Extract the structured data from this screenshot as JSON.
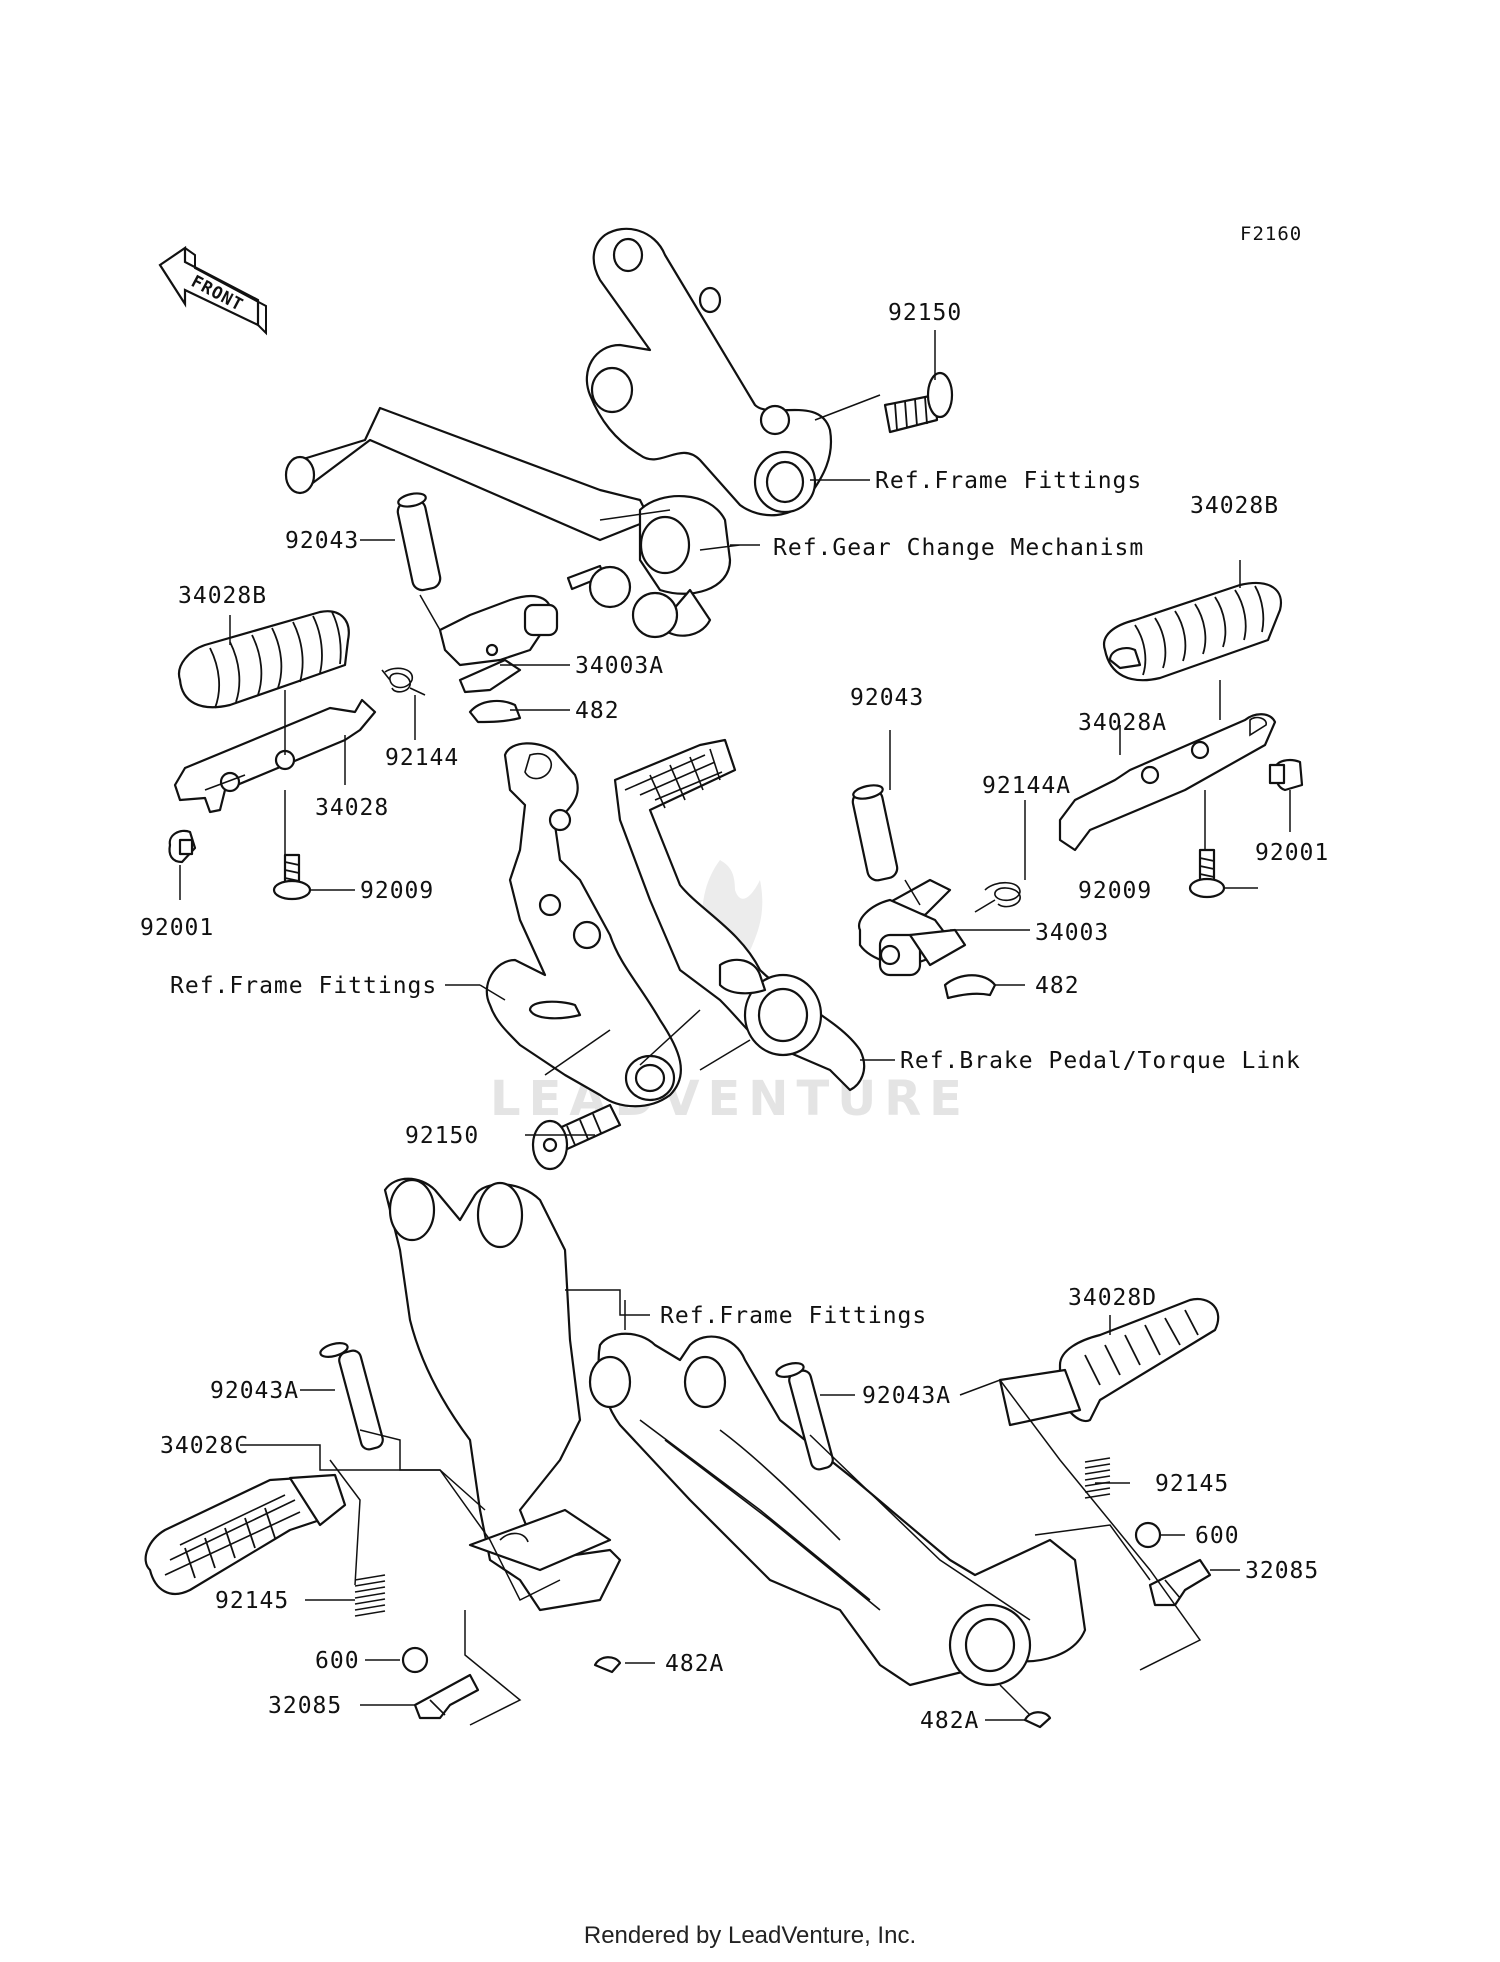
{
  "diagram_code": "F2160",
  "front_label": "FRONT",
  "watermark": "LEADVENTURE",
  "footer": "Rendered by LeadVenture, Inc.",
  "labels": {
    "p92150_top": "92150",
    "ref_frame_top": "Ref.Frame Fittings",
    "ref_gear_change": "Ref.Gear Change Mechanism",
    "p92043_left": "92043",
    "p34028B_left": "34028B",
    "p34003A": "34003A",
    "p482_left": "482",
    "p92144": "92144",
    "p34028": "34028",
    "p92009_left": "92009",
    "p92001_left": "92001",
    "ref_frame_mid": "Ref.Frame Fittings",
    "p34028B_right": "34028B",
    "p92043_right": "92043",
    "p34028A": "34028A",
    "p92144A": "92144A",
    "p92001_right": "92001",
    "p92009_right": "92009",
    "p34003": "34003",
    "p482_right": "482",
    "ref_brake": "Ref.Brake Pedal/Torque Link",
    "p92150_bottom": "92150",
    "ref_frame_bottom": "Ref.Frame Fittings",
    "p34028D": "34028D",
    "p92043A_left": "92043A",
    "p92043A_right": "92043A",
    "p34028C": "34028C",
    "p92145_right": "92145",
    "p600_right": "600",
    "p32085_right": "32085",
    "p92145_left": "92145",
    "p600_left": "600",
    "p482A_left": "482A",
    "p32085_left": "32085",
    "p482A_right": "482A"
  }
}
